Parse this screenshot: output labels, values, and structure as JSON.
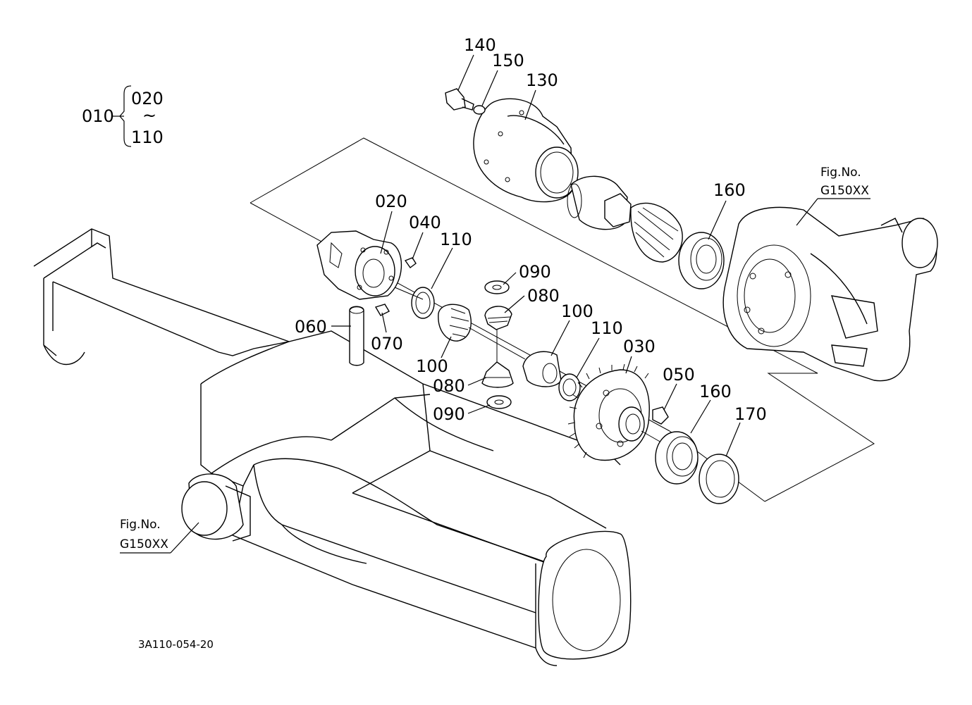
{
  "diagram": {
    "parts": [
      {
        "id": "010",
        "label": "010"
      },
      {
        "id": "020",
        "label": "020"
      },
      {
        "id": "030",
        "label": "030"
      },
      {
        "id": "040",
        "label": "040"
      },
      {
        "id": "050",
        "label": "050"
      },
      {
        "id": "060",
        "label": "060"
      },
      {
        "id": "070",
        "label": "070"
      },
      {
        "id": "080a",
        "label": "080"
      },
      {
        "id": "080b",
        "label": "080"
      },
      {
        "id": "090a",
        "label": "090"
      },
      {
        "id": "090b",
        "label": "090"
      },
      {
        "id": "100a",
        "label": "100"
      },
      {
        "id": "100b",
        "label": "100"
      },
      {
        "id": "110a",
        "label": "110"
      },
      {
        "id": "110b",
        "label": "110"
      },
      {
        "id": "130",
        "label": "130"
      },
      {
        "id": "140",
        "label": "140"
      },
      {
        "id": "150",
        "label": "150"
      },
      {
        "id": "160a",
        "label": "160"
      },
      {
        "id": "160b",
        "label": "160"
      },
      {
        "id": "170",
        "label": "170"
      }
    ],
    "bracket_group": {
      "parent": "010",
      "first": "020",
      "tilde": "~",
      "last": "110"
    },
    "figure_refs": [
      {
        "prefix": "Fig.No.",
        "code": "G150XX"
      },
      {
        "prefix": "Fig.No.",
        "code": "G150XX"
      }
    ],
    "drawing_code": "3A110-054-20"
  }
}
